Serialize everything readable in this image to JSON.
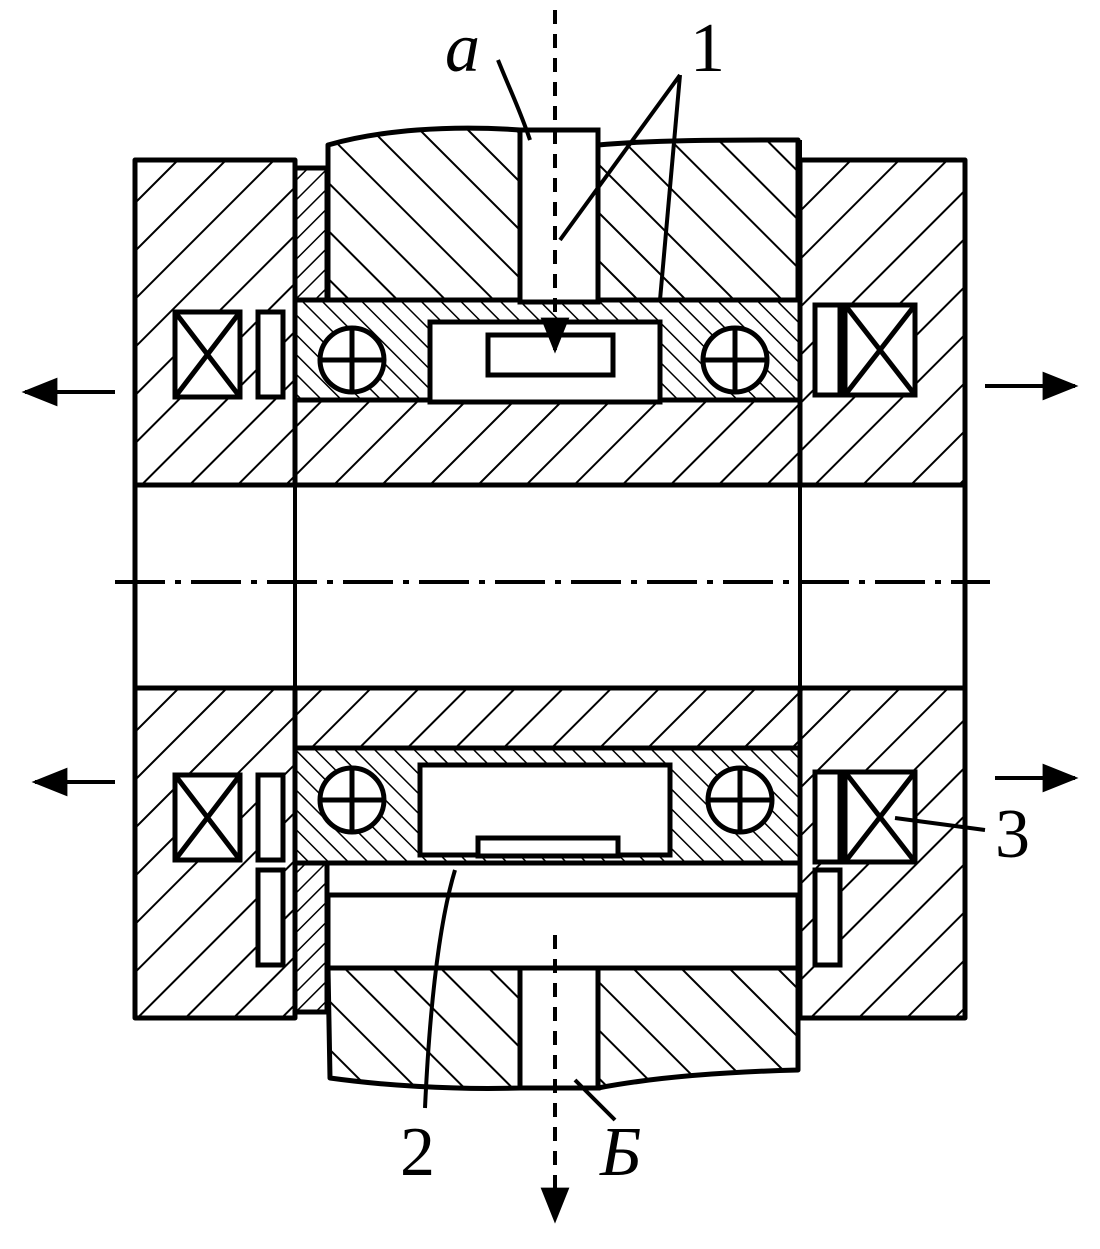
{
  "labels": {
    "a": "a",
    "one": "1",
    "two": "2",
    "three": "3",
    "b": "Б"
  },
  "colors": {
    "ink": "#000000",
    "paper": "#ffffff"
  }
}
